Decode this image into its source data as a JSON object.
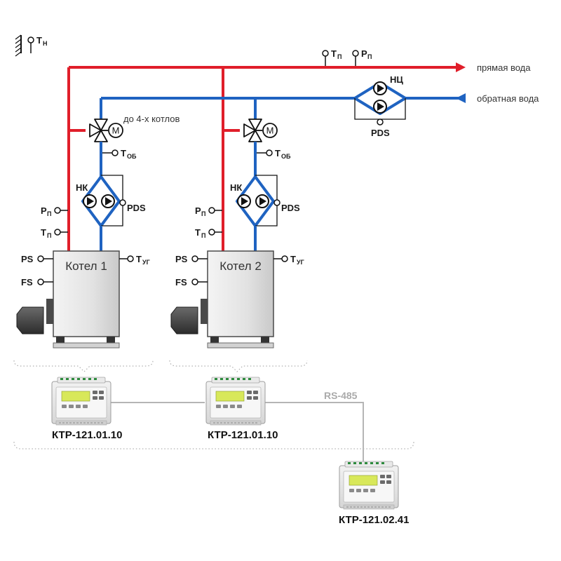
{
  "colors": {
    "supply": "#e01e2a",
    "return": "#1f63c1",
    "device_line": "#b5b5b5",
    "boiler_body": "#e6e6e6",
    "lcd": "#d8e85a"
  },
  "outdoor_sensor": {
    "label": "Т",
    "sub": "Н"
  },
  "mains": {
    "supply_label": "прямая вода",
    "return_label": "обратная вода",
    "t_label": "Т",
    "t_sub": "П",
    "p_label": "Р",
    "p_sub": "П",
    "circ_pump_label": "НЦ",
    "pds_label": "PDS"
  },
  "note": "до 4-х котлов",
  "boilers": [
    {
      "name": "Котел 1",
      "t_return": {
        "label": "Т",
        "sub": "ОБ"
      },
      "pump_label": "НК",
      "pds_label": "PDS",
      "p_label": "Р",
      "p_sub": "П",
      "t_label": "Т",
      "t_sub": "П",
      "ps_label": "PS",
      "fs_label": "FS",
      "tug": {
        "label": "Т",
        "sub": "УГ"
      }
    },
    {
      "name": "Котел 2",
      "t_return": {
        "label": "Т",
        "sub": "ОБ"
      },
      "pump_label": "НК",
      "pds_label": "PDS",
      "p_label": "Р",
      "p_sub": "П",
      "t_label": "Т",
      "t_sub": "П",
      "ps_label": "PS",
      "fs_label": "FS",
      "tug": {
        "label": "Т",
        "sub": "УГ"
      }
    }
  ],
  "controllers": [
    {
      "name": "КТР-121.01.10"
    },
    {
      "name": "КТР-121.01.10"
    },
    {
      "name": "КТР-121.02.41"
    }
  ],
  "bus_label": "RS-485"
}
